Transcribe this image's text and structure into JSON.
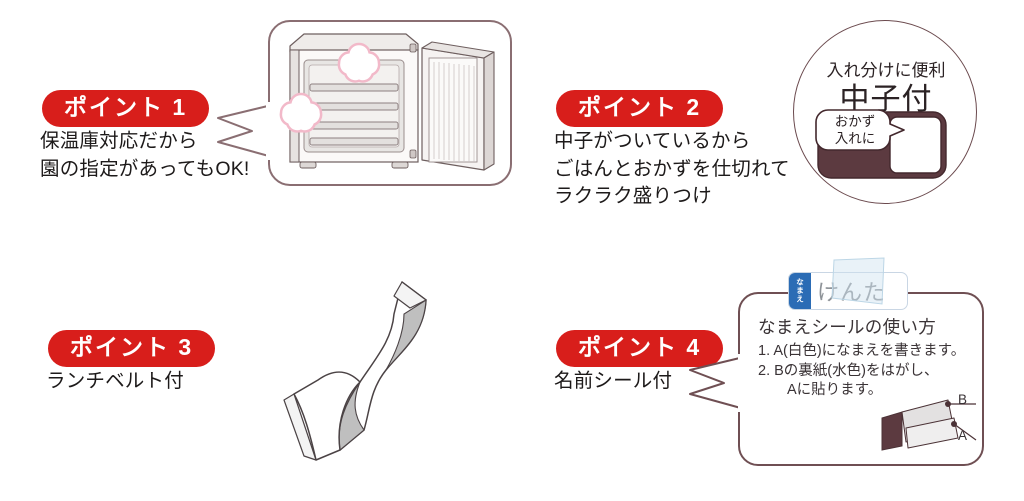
{
  "page": {
    "language": "ja",
    "background_color": "#ffffff",
    "accent_red": "#d81e1b",
    "outline_maroon": "#6b4a4e",
    "bubble_pink_border": "#8a6e72",
    "sticker_blue": "#2b6cb5",
    "lunchbox_maroon": "#5c3a40"
  },
  "points": [
    {
      "badge": "ポイント 1",
      "body": "保温庫対応だから\n園の指定があってもOK!",
      "illustration": "warming-cabinet"
    },
    {
      "badge": "ポイント 2",
      "body": "中子がついているから\nごはんとおかずを仕切れて\nラクラク盛りつけ",
      "illustration": "inner-tray-circle"
    },
    {
      "badge": "ポイント 3",
      "body": "ランチベルト付",
      "illustration": "lunch-belt"
    },
    {
      "badge": "ポイント 4",
      "body": "名前シール付",
      "illustration": "name-sticker-callout"
    }
  ],
  "circle_callout": {
    "lead_text": "入れ分けに便利",
    "main_text": "中子付",
    "bubble_line1": "おかず",
    "bubble_line2": "入れに"
  },
  "sticker": {
    "tab_label": "なまえ",
    "name_value": "けんた"
  },
  "sticker_callout": {
    "title": "なまえシールの使い方",
    "steps": "1. A(白色)になまえを書きます。\n2. Bの裏紙(水色)をはがし、\n　　Aに貼ります。",
    "label_b": "B",
    "label_a": "A"
  }
}
